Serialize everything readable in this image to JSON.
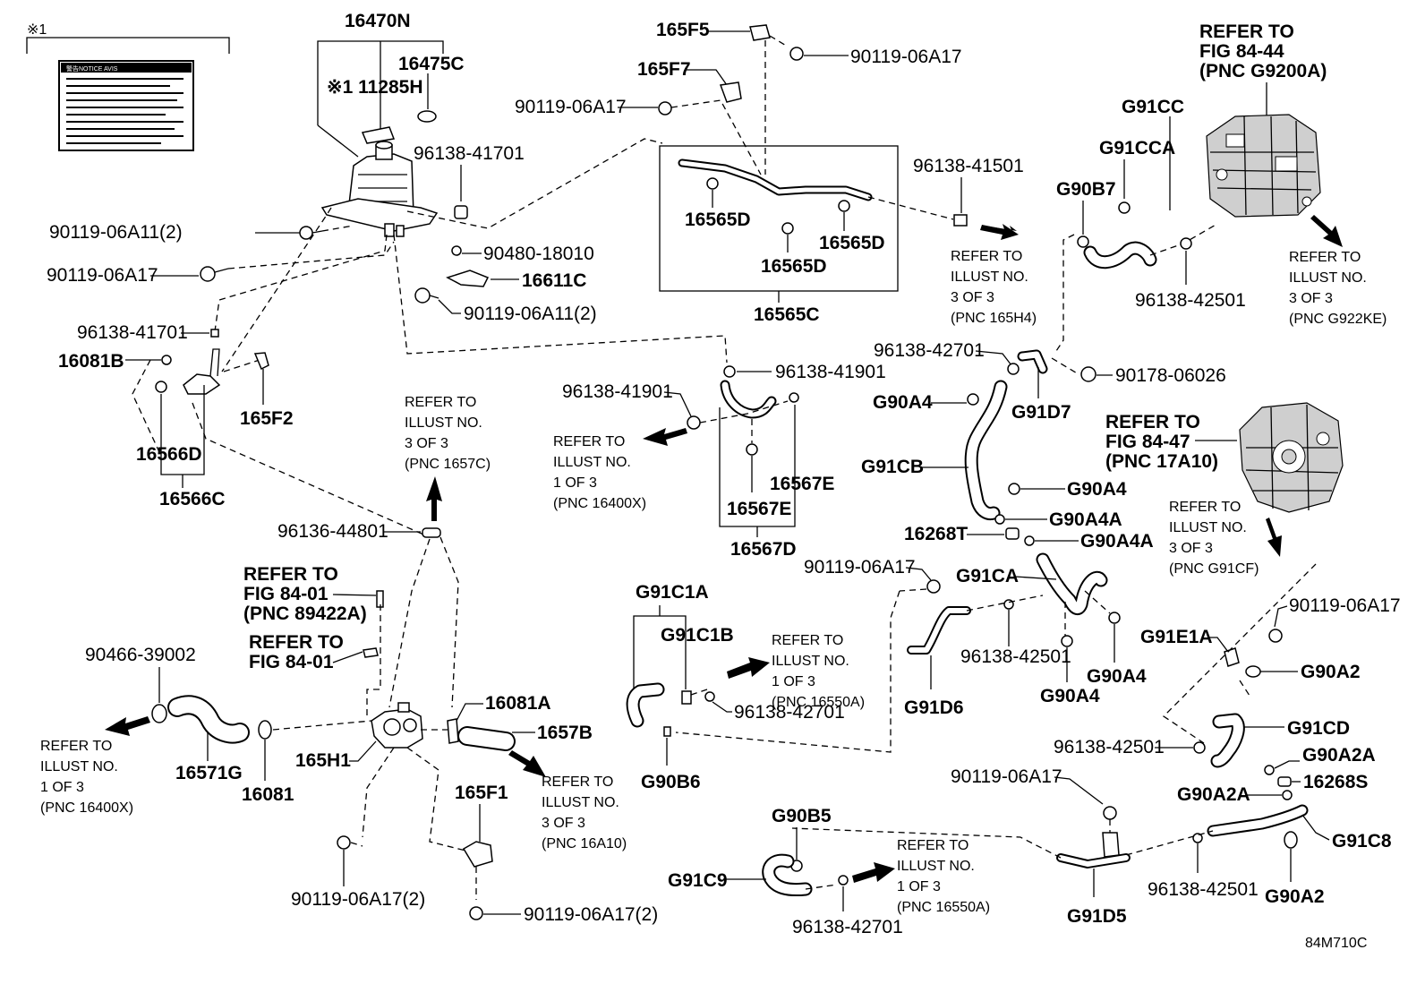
{
  "figure_code": "84M710C",
  "note_mark": "※1",
  "label_sticker": {
    "header": "警告NOTICE AVIS"
  },
  "parts": {
    "p16470N": "16470N",
    "p16475C": "16475C",
    "p11285H": "※1 11285H",
    "p96138_41701_a": "96138-41701",
    "p90119_06A11_2_a": "90119-06A11(2)",
    "p90480_18010": "90480-18010",
    "p16611C": "16611C",
    "p90119_06A17_a": "90119-06A17",
    "p90119_06A11_2_b": "90119-06A11(2)",
    "p96138_41701_b": "96138-41701",
    "p16081B": "16081B",
    "p165F2": "165F2",
    "p16566D": "16566D",
    "p16566C": "16566C",
    "p165F5": "165F5",
    "p90119_06A17_b": "90119-06A17",
    "p165F7": "165F7",
    "p90119_06A17_c": "90119-06A17",
    "p16565D_a": "16565D",
    "p16565D_b": "16565D",
    "p16565D_c": "16565D",
    "p16565C": "16565C",
    "p96138_41501": "96138-41501",
    "p96138_41901_a": "96138-41901",
    "p96138_41901_b": "96138-41901",
    "p16567E_a": "16567E",
    "p16567E_b": "16567E",
    "p16567D": "16567D",
    "p96136_44801": "96136-44801",
    "p90466_39002": "90466-39002",
    "p16571G": "16571G",
    "p16081": "16081",
    "p165H1": "165H1",
    "p16081A": "16081A",
    "p1657B": "1657B",
    "p165F1": "165F1",
    "p90119_06A17_2_a": "90119-06A17(2)",
    "p90119_06A17_2_b": "90119-06A17(2)",
    "pG91C1A": "G91C1A",
    "pG91C1B": "G91C1B",
    "p96138_42701_a": "96138-42701",
    "pG90B6": "G90B6",
    "pG91CC": "G91CC",
    "pG91CCA": "G91CCA",
    "pG90B7": "G90B7",
    "p96138_42501_a": "96138-42501",
    "p96138_42701_b": "96138-42701",
    "pG91D7": "G91D7",
    "p90178_06026": "90178-06026",
    "pG90A4_a": "G90A4",
    "pG91CB": "G91CB",
    "pG90A4_b": "G90A4",
    "pG90A4A_a": "G90A4A",
    "p16268T": "16268T",
    "pG90A4A_b": "G90A4A",
    "p90119_06A17_d": "90119-06A17",
    "pG91CA": "G91CA",
    "p96138_42501_b": "96138-42501",
    "pG90A4_c": "G90A4",
    "pG90A4_d": "G90A4",
    "pG91D6": "G91D6",
    "p90119_06A17_e": "90119-06A17",
    "pG91E1A": "G91E1A",
    "pG90A2_a": "G90A2",
    "pG91CD": "G91CD",
    "p96138_42501_c": "96138-42501",
    "pG90A2A_a": "G90A2A",
    "p16268S": "16268S",
    "pG90A2A_b": "G90A2A",
    "pG91C8": "G91C8",
    "p90119_06A17_f": "90119-06A17",
    "pG91D5": "G91D5",
    "p96138_42501_d": "96138-42501",
    "pG90A2_b": "G90A2",
    "pG90B5": "G90B5",
    "pG91C9": "G91C9",
    "p96138_42701_c": "96138-42701"
  },
  "refer_notes": {
    "fig84_44": [
      "REFER TO",
      "FIG 84-44",
      "(PNC G9200A)"
    ],
    "ill_g922ke": [
      "REFER TO",
      "ILLUST NO.",
      "3 OF 3",
      "(PNC G922KE)"
    ],
    "ill_165h4": [
      "REFER TO",
      "ILLUST NO.",
      "3 OF 3",
      "(PNC 165H4)"
    ],
    "fig84_47": [
      "REFER TO",
      "FIG 84-47",
      "(PNC 17A10)"
    ],
    "ill_g91cf": [
      "REFER TO",
      "ILLUST NO.",
      "3 OF 3",
      "(PNC G91CF)"
    ],
    "ill_1657c": [
      "REFER TO",
      "ILLUST NO.",
      "3 OF 3",
      "(PNC 1657C)"
    ],
    "ill_16400x_a": [
      "REFER TO",
      "ILLUST NO.",
      "1 OF 3",
      "(PNC 16400X)"
    ],
    "fig84_01_a": [
      "REFER TO",
      "FIG 84-01",
      "(PNC 89422A)"
    ],
    "fig84_01_b": [
      "REFER TO",
      "FIG 84-01"
    ],
    "ill_16400x_b": [
      "REFER TO",
      "ILLUST NO.",
      "1 OF 3",
      "(PNC 16400X)"
    ],
    "ill_16a10": [
      "REFER TO",
      "ILLUST NO.",
      "3 OF 3",
      "(PNC 16A10)"
    ],
    "ill_16550a_a": [
      "REFER TO",
      "ILLUST NO.",
      "1 OF 3",
      "(PNC 16550A)"
    ],
    "ill_16550a_b": [
      "REFER TO",
      "ILLUST NO.",
      "1 OF 3",
      "(PNC 16550A)"
    ]
  }
}
